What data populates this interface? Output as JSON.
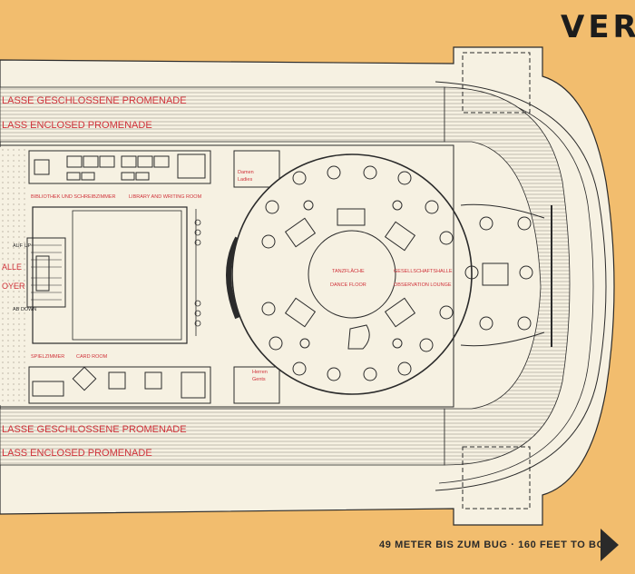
{
  "heading": "VER",
  "promenade": {
    "top_de": "LASSE GESCHLOSSENE PROMENADE",
    "top_en": "LASS ENCLOSED PROMENADE",
    "bottom_de": "LASSE GESCHLOSSENE PROMENADE",
    "bottom_en": "LASS ENCLOSED PROMENADE"
  },
  "rooms": {
    "library_de": "BIBLIOTHEK UND SCHREIBZIMMER",
    "library_en": "LIBRARY AND WRITING ROOM",
    "ladies_de": "Damen",
    "ladies_en": "Ladies",
    "gents_de": "Herren",
    "gents_en": "Gents",
    "dance_de": "TANZFLÄCHE",
    "dance_en": "DANCE FLOOR",
    "observation_de": "GESELLSCHAFTSHALLE",
    "observation_en": "OBSERVATION LOUNGE",
    "card_de": "SPIELZIMMER",
    "card_en": "CARD ROOM",
    "up": "AUF UP",
    "down": "AB DOWN",
    "hall": "ALLE",
    "foyer": "OYER"
  },
  "footer": {
    "text": "49 METER BIS ZUM BUG · 160 FEET TO BOW"
  },
  "colors": {
    "background": "#f2bd6e",
    "paper": "#f6f1e2",
    "ink": "#2b2b2b",
    "label_red": "#d0323a"
  }
}
